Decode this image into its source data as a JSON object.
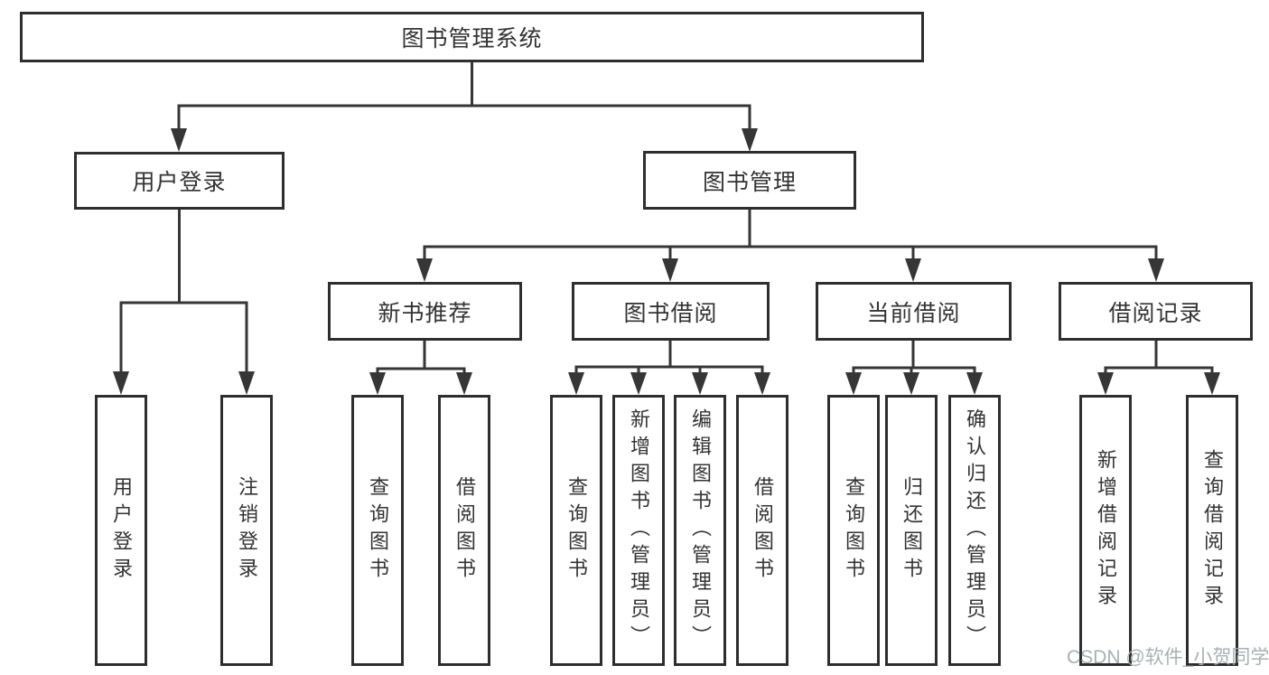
{
  "diagram": {
    "title": "图书管理系统",
    "tree": {
      "root": {
        "label": "图书管理系统"
      },
      "branches": [
        {
          "label": "用户登录",
          "children": [
            {
              "label": "用户登录"
            },
            {
              "label": "注销登录"
            }
          ]
        },
        {
          "label": "图书管理",
          "children": [
            {
              "label": "新书推荐",
              "children": [
                {
                  "label": "查询图书"
                },
                {
                  "label": "借阅图书"
                }
              ]
            },
            {
              "label": "图书借阅",
              "children": [
                {
                  "label": "查询图书"
                },
                {
                  "label": "新增图书（管理员）"
                },
                {
                  "label": "编辑图书（管理员）"
                },
                {
                  "label": "借阅图书"
                }
              ]
            },
            {
              "label": "当前借阅",
              "children": [
                {
                  "label": "查询图书"
                },
                {
                  "label": "归还图书"
                },
                {
                  "label": "确认归还（管理员）"
                }
              ]
            },
            {
              "label": "借阅记录",
              "children": [
                {
                  "label": "新增借阅记录"
                },
                {
                  "label": "查询借阅记录"
                }
              ]
            }
          ]
        }
      ]
    },
    "colors": {
      "line": "#363636",
      "box_border": "#2e2e2e",
      "text": "#333333",
      "watermark": "#a7abb0",
      "background": "#ffffff"
    }
  },
  "watermark": "CSDN @软件_小贺同学"
}
